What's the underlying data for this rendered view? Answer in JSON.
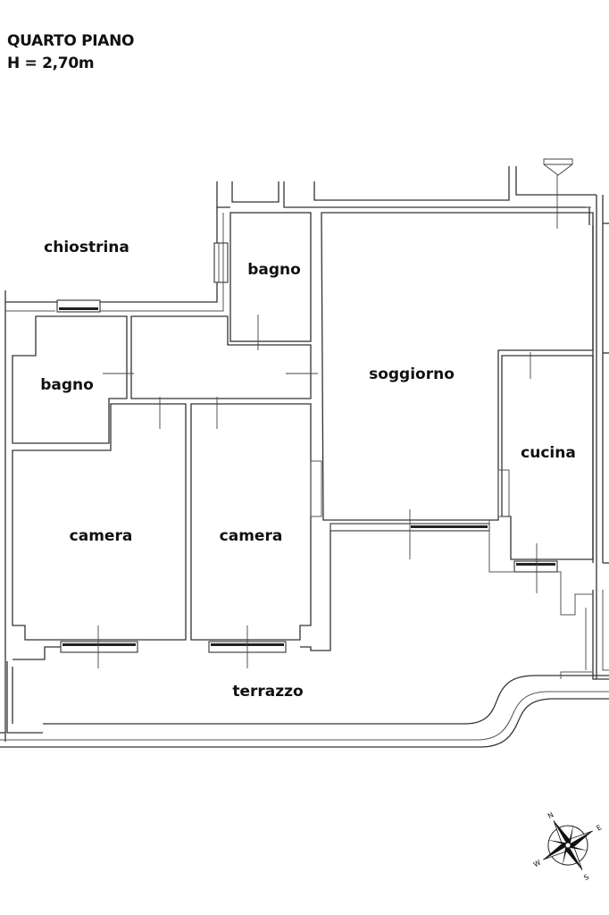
{
  "header": {
    "floor": "QUARTO PIANO",
    "height": "H = 2,70m"
  },
  "rooms": {
    "chiostrina": "chiostrina",
    "bagno_top": "bagno",
    "bagno_left": "bagno",
    "soggiorno": "soggiorno",
    "cucina": "cucina",
    "camera_left": "camera",
    "camera_right": "camera",
    "terrazzo": "terrazzo"
  },
  "compass": {
    "N": "N",
    "E": "E",
    "S": "S",
    "W": "W"
  }
}
